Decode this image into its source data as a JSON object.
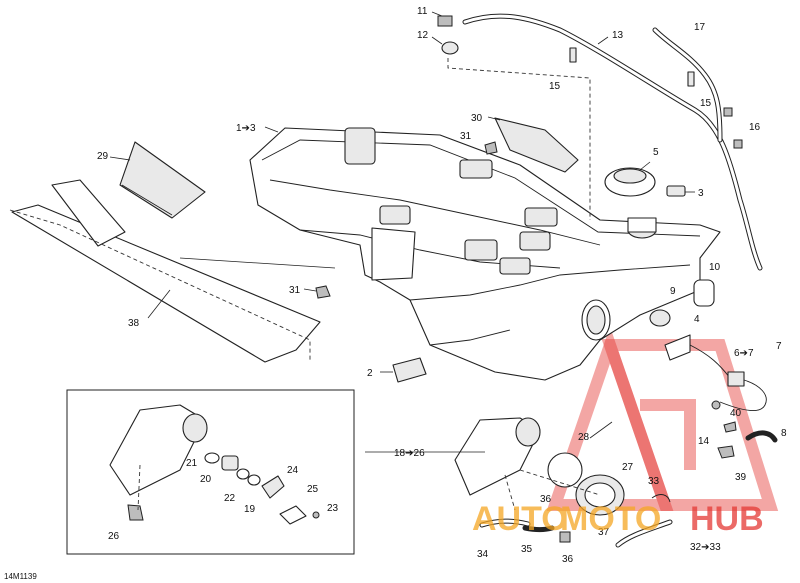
{
  "diagram_code": "14M1139",
  "callouts": {
    "c11": "11",
    "c12": "12",
    "c13": "13",
    "c15a": "15",
    "c15b": "15",
    "c16": "16",
    "c17": "17",
    "c1to3": "1➔3",
    "c29": "29",
    "c30": "30",
    "c31a": "31",
    "c31b": "31",
    "c5": "5",
    "c3": "3",
    "c9": "9",
    "c10": "10",
    "c4": "4",
    "c6to7": "6➔7",
    "c7": "7",
    "c2": "2",
    "c38": "38",
    "c40": "40",
    "c14": "14",
    "c8": "8",
    "c39": "39",
    "c18to26": "18➔26",
    "c21": "21",
    "c20": "20",
    "c22": "22",
    "c19": "19",
    "c24": "24",
    "c25": "25",
    "c23": "23",
    "c26": "26",
    "c28": "28",
    "c27": "27",
    "c33": "33",
    "c36a": "36",
    "c36b": "36",
    "c37": "37",
    "c34": "34",
    "c35": "35",
    "c32to33": "32➔33"
  },
  "watermark": {
    "text_a": "AUTO",
    "text_b": "MOTO",
    "text_c": "HUB",
    "color_red": "#e53935",
    "color_orange": "#f5a623"
  }
}
